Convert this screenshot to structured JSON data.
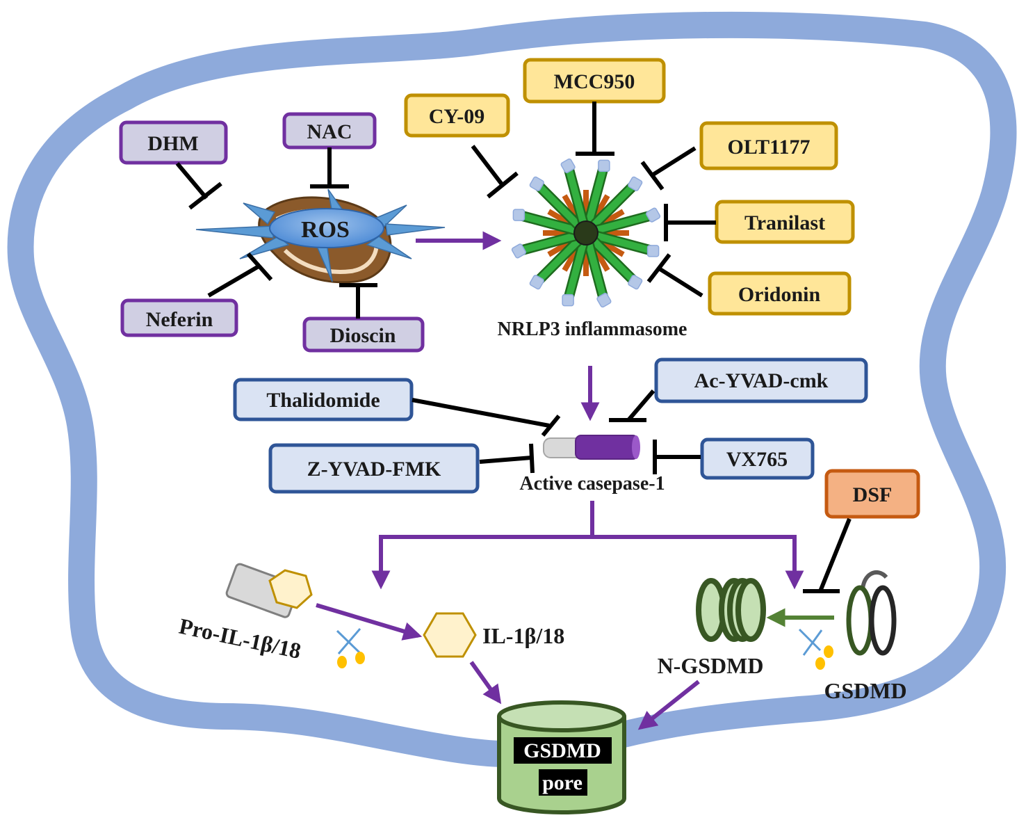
{
  "colors": {
    "membrane": "#8eaadb",
    "ros_box_fill": "#d0cfe3",
    "ros_box_stroke": "#7030a0",
    "nlrp3_box_fill": "#ffe699",
    "nlrp3_box_stroke": "#bf9000",
    "casp_box_fill": "#dae3f3",
    "casp_box_stroke": "#2f5597",
    "dsf_box_fill": "#f4b183",
    "dsf_box_stroke": "#c55a11",
    "purple_arrow": "#7030a0",
    "green_arrow": "#548235",
    "inhibit": "#000000",
    "pore_fill": "#a9d18e",
    "pore_stroke": "#385723"
  },
  "ros": {
    "label": "ROS",
    "inhibitors": [
      "DHM",
      "NAC",
      "Neferin",
      "Dioscin"
    ]
  },
  "nlrp3": {
    "label": "NRLP3 inflammasome",
    "inhibitors": [
      "CY-09",
      "MCC950",
      "OLT1177",
      "Tranilast",
      "Oridonin"
    ]
  },
  "caspase": {
    "label": "Active casepase-1",
    "inhibitors": [
      "Thalidomide",
      "Ac-YVAD-cmk",
      "Z-YVAD-FMK",
      "VX765"
    ]
  },
  "gsdmd": {
    "inhibitor": "DSF",
    "full_label": "GSDMD",
    "n_label": "N-GSDMD",
    "pore_line1": "GSDMD",
    "pore_line2": "pore"
  },
  "il": {
    "pro_label": "Pro-IL-1β/18",
    "mature_label": "IL-1β/18"
  }
}
